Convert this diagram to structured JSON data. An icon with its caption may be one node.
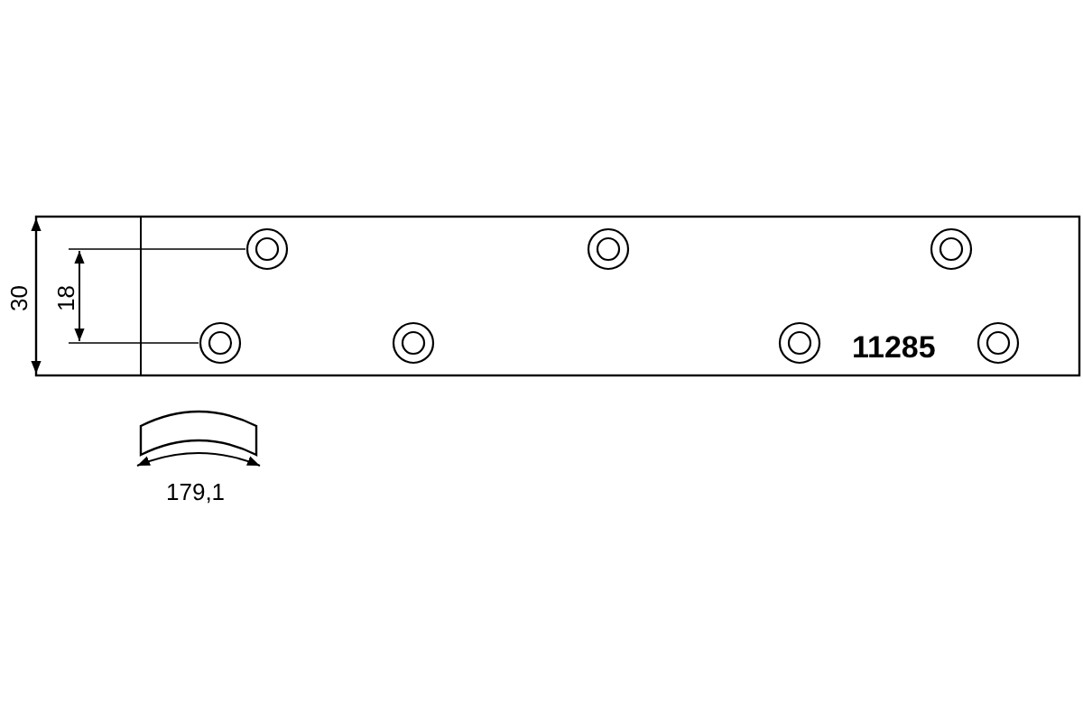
{
  "diagram": {
    "labels": [
      "30",
      "18",
      "11285",
      "179,1"
    ]
  }
}
